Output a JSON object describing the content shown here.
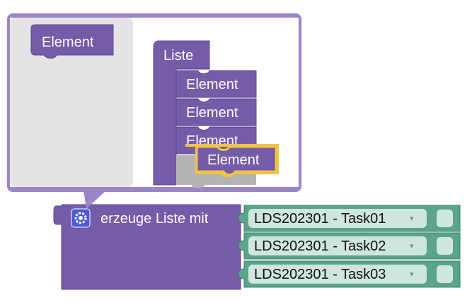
{
  "colors": {
    "list_block": "#745ca9",
    "list_block_dark": "#5b4592",
    "mutator_border": "#9a86c6",
    "flyout_bg": "#e4e4e4",
    "text_block": "#5ba58c",
    "text_block_dark": "#3e7f69",
    "dropdown_bg": "#cfe6dc",
    "highlight": "#f2c443",
    "gear_icon_bg": "#4c5ad6"
  },
  "mutator": {
    "flyout_item_label": "Element",
    "container_label": "Liste",
    "item_labels": [
      "Element",
      "Element",
      "Element"
    ],
    "dragged_item_label": "Element"
  },
  "main_block": {
    "gear_icon": "gear-icon",
    "label": "erzeuge Liste mit",
    "items": [
      {
        "value": "LDS202301 - Task01"
      },
      {
        "value": "LDS202301 - Task02"
      },
      {
        "value": "LDS202301 - Task03"
      }
    ],
    "dropdown_arrow": "▾"
  }
}
